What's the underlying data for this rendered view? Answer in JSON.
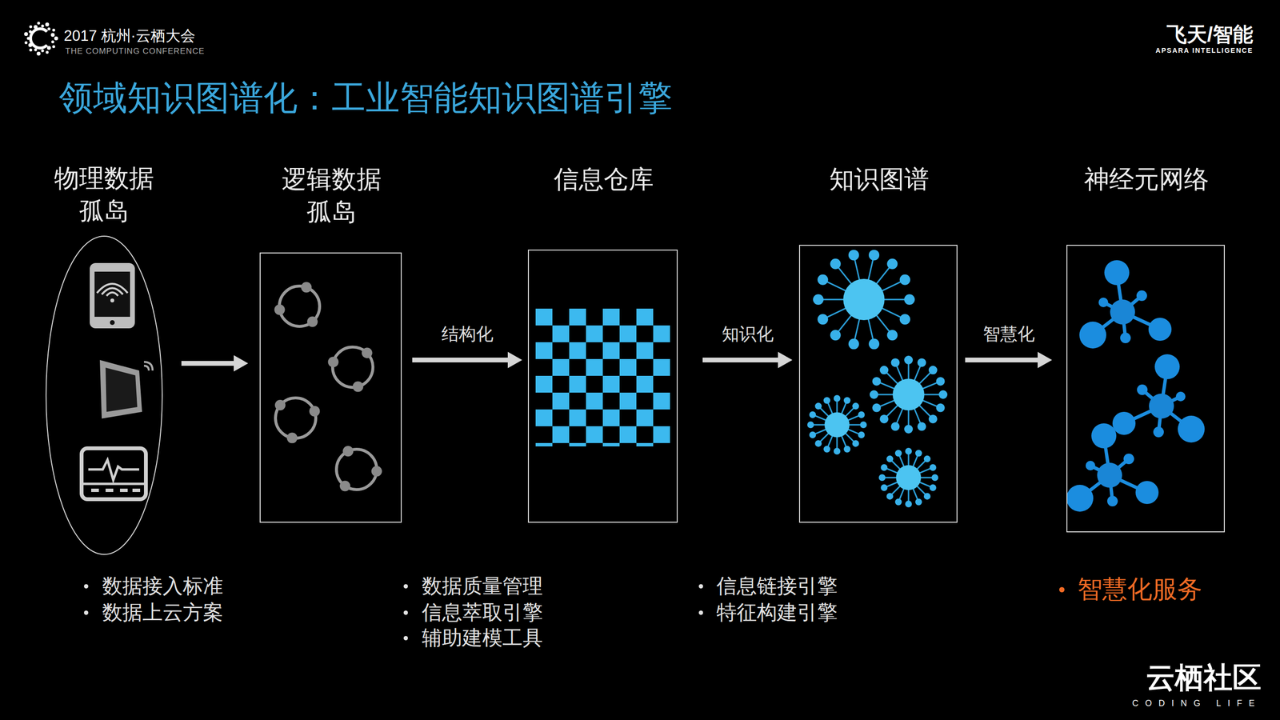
{
  "diagram": {
    "title": "领域知识图谱化：工业智能知识图谱引擎",
    "nodes": [
      {
        "text": [
          "物理数据 孤岛"
        ]
      },
      {
        "text": [
          "逻辑数据 孤岛"
        ]
      },
      {
        "text": [
          "信息仓库"
        ]
      },
      {
        "text": [
          "知识图谱"
        ]
      },
      {
        "text": [
          "神经元网络"
        ]
      }
    ],
    "edges": [
      {
        "from": 0,
        "to": 1,
        "arrow": "to"
      },
      {
        "from": 1,
        "to": 2,
        "label": "结构化",
        "arrow": "to"
      },
      {
        "from": 2,
        "to": 3,
        "label": "知识化",
        "arrow": "to"
      },
      {
        "from": 3,
        "to": 4,
        "label": "智慧化",
        "arrow": "to"
      }
    ],
    "labels": [
      "2017 杭州·云栖大会",
      "THE COMPUTING CONFERENCE",
      "飞天/智能",
      "APSARA INTELLIGENCE",
      "数据接入标准",
      "数据上云方案",
      "数据质量管理",
      "信息萃取引擎",
      "辅助建模工具",
      "信息链接引擎",
      "特征构建引擎",
      "智慧化服务",
      "云栖社区",
      "CODING LIFE"
    ]
  }
}
